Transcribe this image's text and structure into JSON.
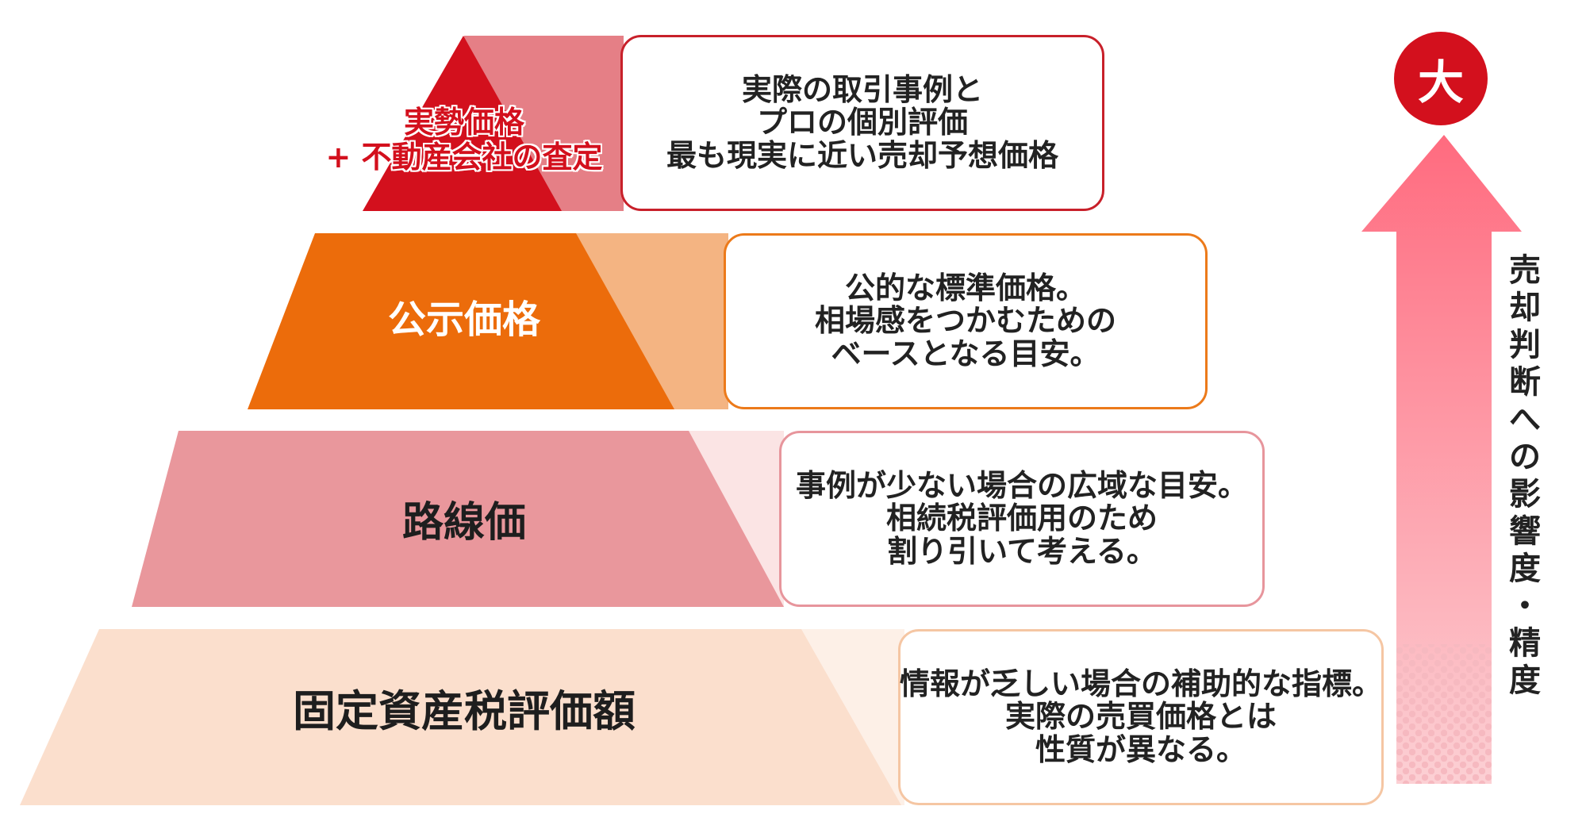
{
  "tiers": [
    {
      "label_lines": [
        "実勢価格",
        "+ 不動産会社の査定"
      ],
      "desc_lines": [
        "実際の取引事例と",
        "プロの個別評価",
        "最も現実に近い売却予想価格"
      ],
      "colors": {
        "main": "#d3101d",
        "light": "#e57f86",
        "border": "#c8202a",
        "label": "#d3101d"
      }
    },
    {
      "label_lines": [
        "公示価格"
      ],
      "desc_lines": [
        "公的な標準価格。",
        "相場感をつかむための",
        "ベースとなる目安。"
      ],
      "colors": {
        "main": "#ec6c0b",
        "light": "#f4b482",
        "border": "#ec7a1a",
        "label": "#ffffff"
      }
    },
    {
      "label_lines": [
        "路線価"
      ],
      "desc_lines": [
        "事例が少ない場合の広域な目安。",
        "相続税評価用のため",
        "割り引いて考える。"
      ],
      "colors": {
        "main": "#e9979c",
        "light": "#fbe4e4",
        "border": "#e7959c",
        "label": "#1e1e1e"
      }
    },
    {
      "label_lines": [
        "固定資産税評価額"
      ],
      "desc_lines": [
        "情報が乏しい場合の補助的な指標。",
        "実際の売買価格とは",
        "性質が異なる。"
      ],
      "colors": {
        "main": "#fbdfcd",
        "light": "#fdf0e7",
        "border": "#f5c6a3",
        "label": "#1e1e1e"
      }
    }
  ],
  "axis": {
    "top_badge": "大",
    "vertical_label": "売却判断への影響度・精度",
    "colors": {
      "badge": "#d3101d",
      "arrow_top": "#ff6b7f",
      "arrow_bottom": "#fcd0d4",
      "dots": "#f6b9c0"
    }
  }
}
